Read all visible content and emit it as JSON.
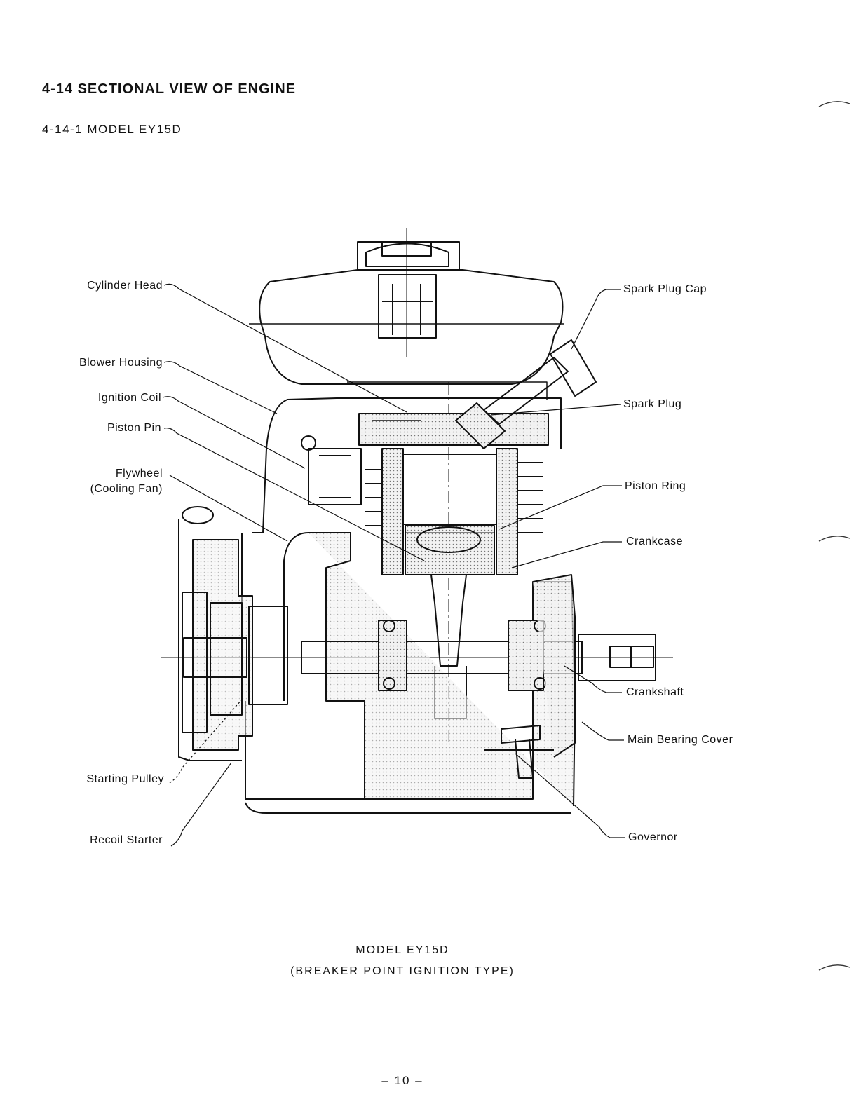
{
  "section": {
    "title": "4-14  SECTIONAL  VIEW  OF  ENGINE"
  },
  "subsection": {
    "title": "4-14-1   MODEL  EY15D"
  },
  "labels": {
    "cylinder_head": "Cylinder Head",
    "blower_housing": "Blower Housing",
    "ignition_coil": "Ignition Coil",
    "piston_pin": "Piston Pin",
    "flywheel_line1": "Flywheel",
    "flywheel_line2": "(Cooling Fan)",
    "starting_pulley": "Starting Pulley",
    "recoil_starter": "Recoil Starter",
    "spark_plug_cap": "Spark Plug Cap",
    "spark_plug": "Spark Plug",
    "piston_ring": "Piston Ring",
    "crankcase": "Crankcase",
    "crankshaft": "Crankshaft",
    "main_bearing_cover": "Main Bearing Cover",
    "governor": "Governor"
  },
  "caption": {
    "line1": "MODEL  EY15D",
    "line2": "(BREAKER  POINT  IGNITION  TYPE)"
  },
  "page_number": "– 10 –"
}
